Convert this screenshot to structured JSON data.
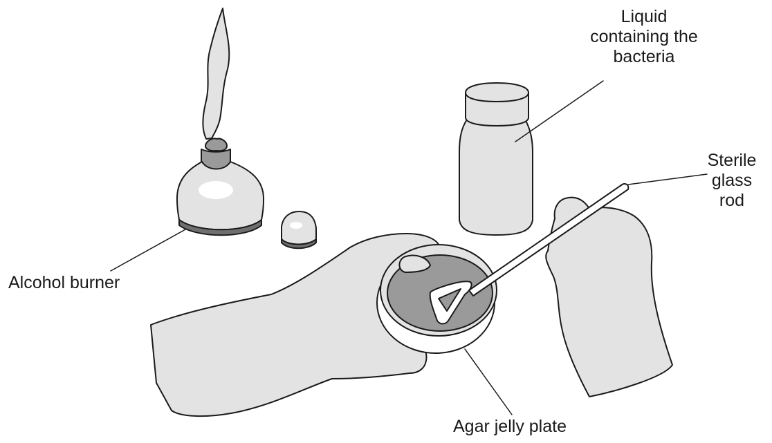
{
  "labels": {
    "liquid": [
      "Liquid",
      "containing the",
      "bacteria"
    ],
    "rod": [
      "Sterile",
      "glass",
      "rod"
    ],
    "burner": "Alcohol burner",
    "plate": "Agar jelly plate"
  },
  "colors": {
    "line": "#1a1a1a",
    "fill_light": "#e3e3e3",
    "fill_mid": "#9a9a9a",
    "fill_dark": "#6f6f6f",
    "background": "#ffffff"
  }
}
